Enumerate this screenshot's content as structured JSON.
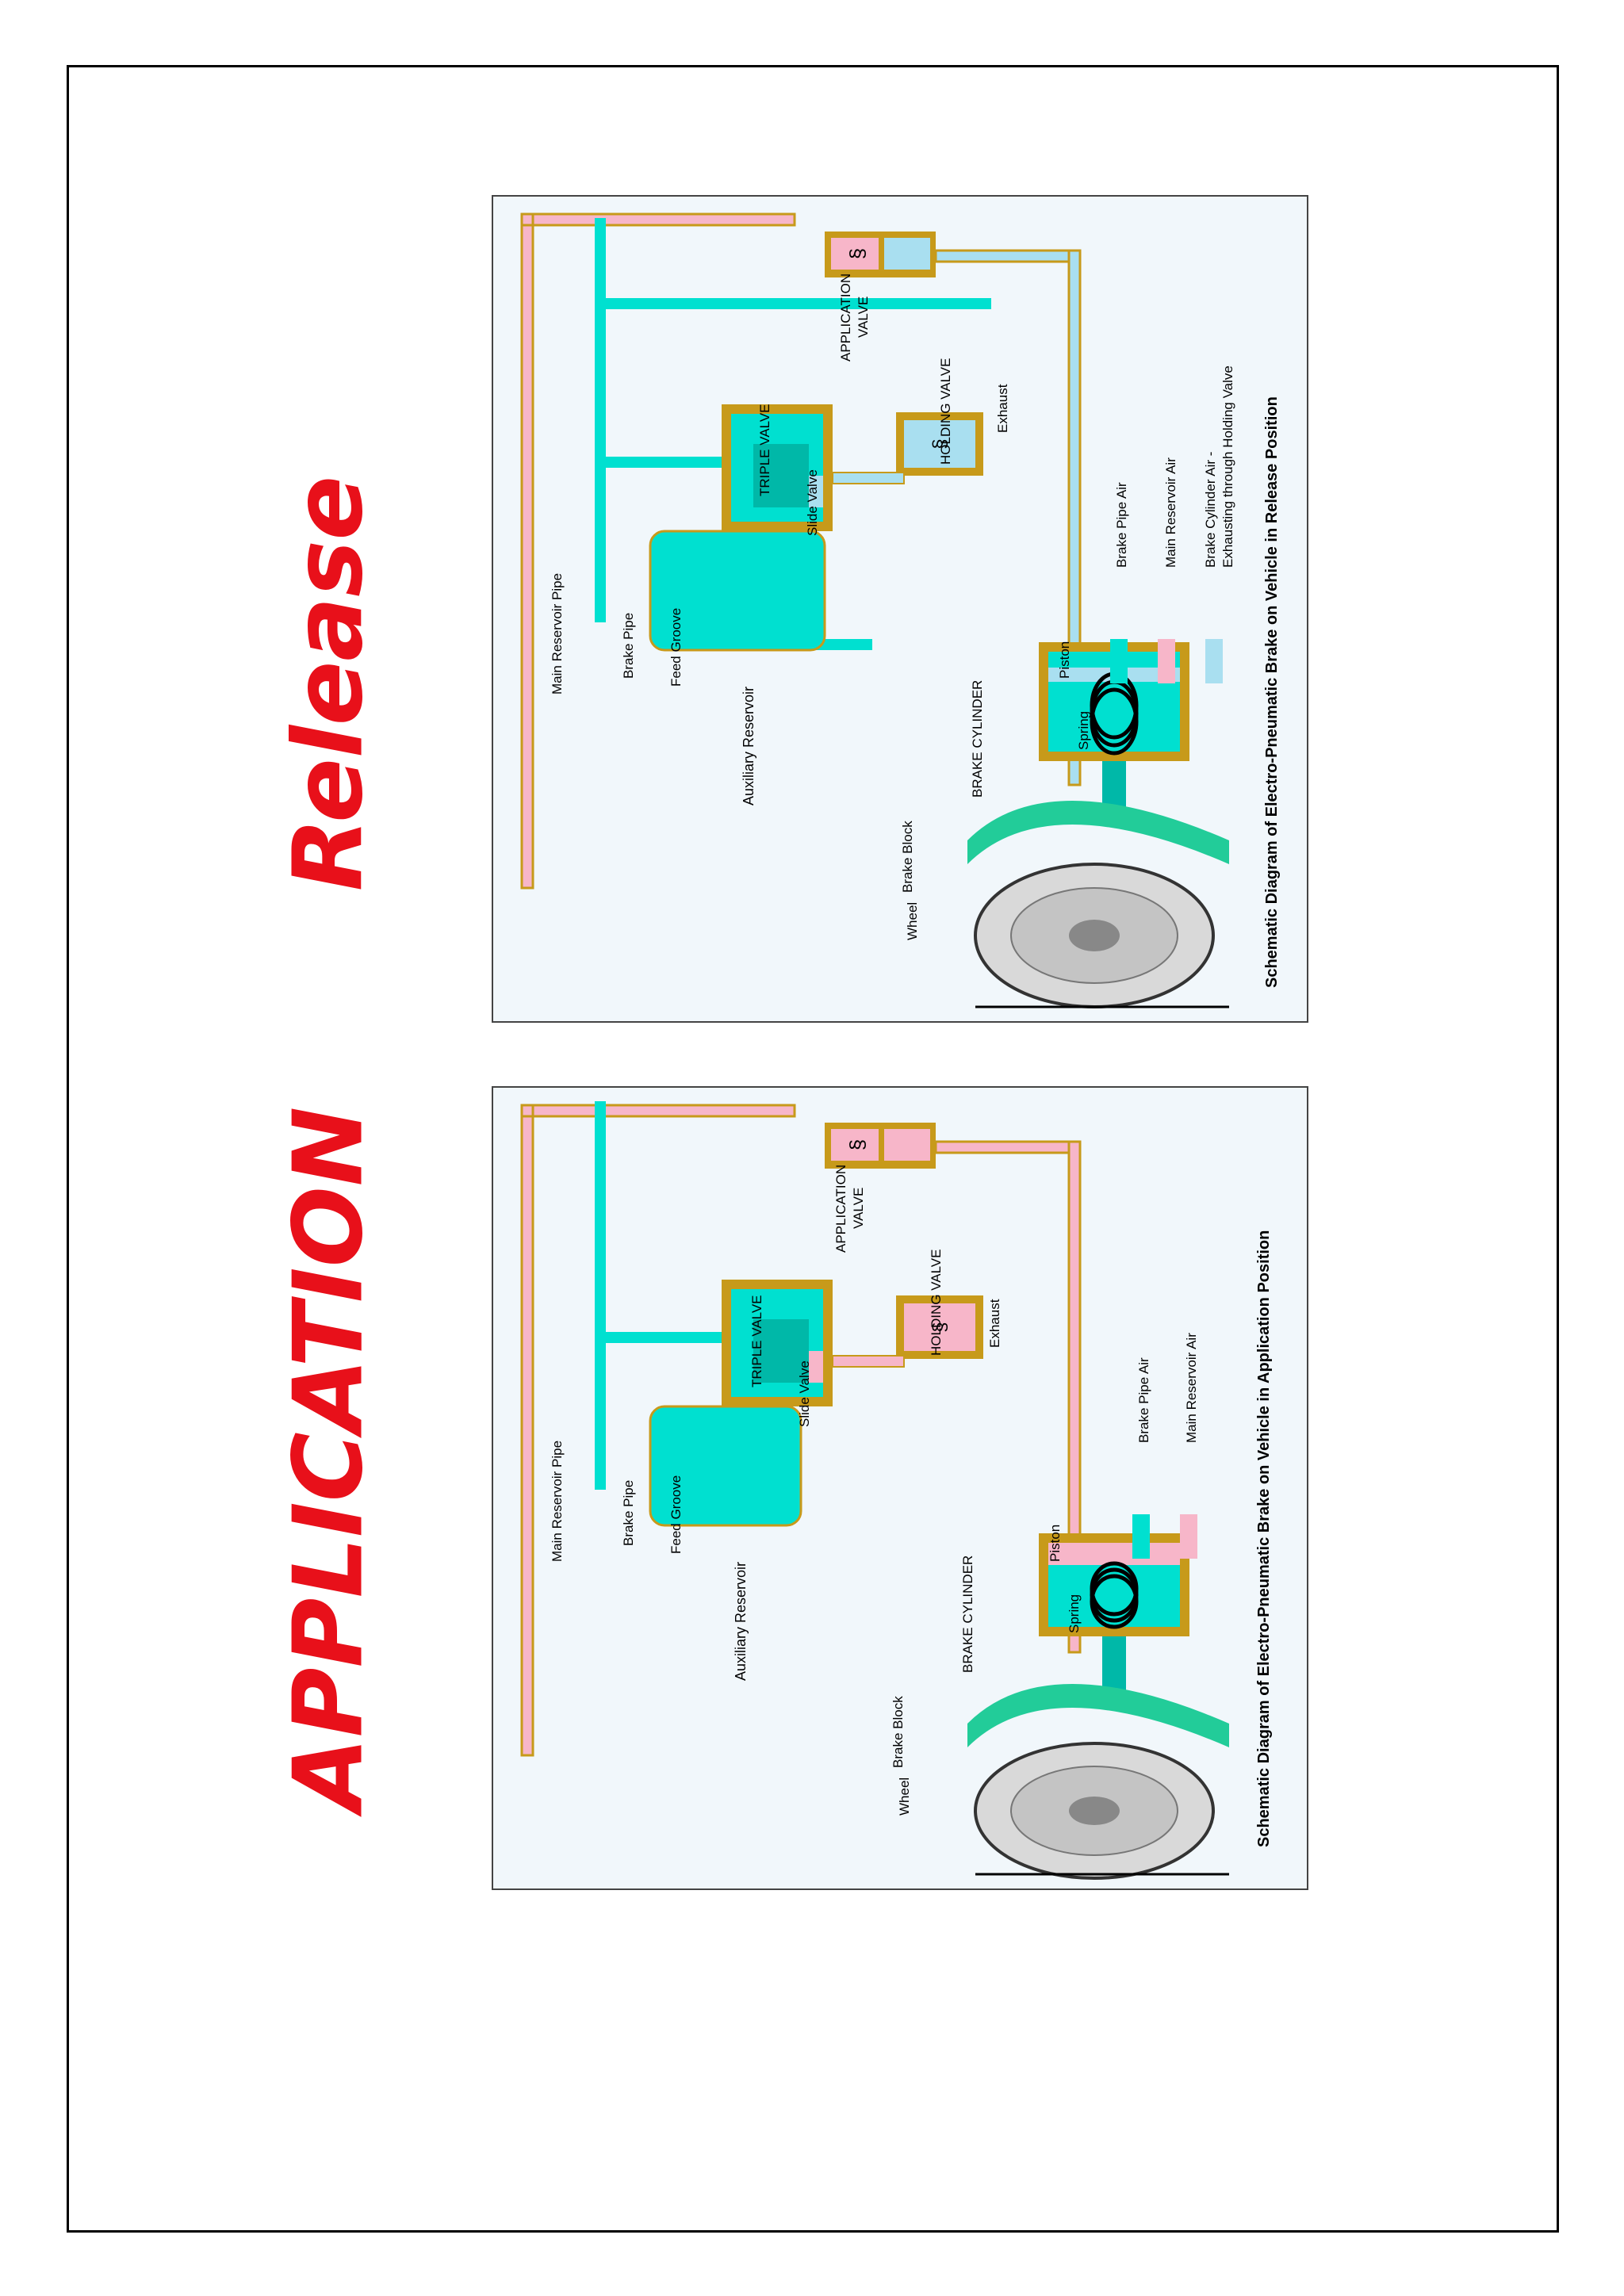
{
  "titles": {
    "release": "Release",
    "application": "APPLICATION"
  },
  "colors": {
    "brake_pipe_air": "#00e0d0",
    "main_reservoir_air": "#f7b6c9",
    "brake_cylinder_air": "#a9dff0",
    "valve_body": "#c79a1a",
    "title_red": "#e8101a",
    "arrow_blue": "#2233cc",
    "panel_bg": "#f1f7fb"
  },
  "release_diagram": {
    "caption": "Schematic Diagram of Electro-Pneumatic Brake on Vehicle in Release Position",
    "labels": {
      "main_reservoir_pipe": "Main Reservoir Pipe",
      "brake_pipe": "Brake Pipe",
      "feed_groove": "Feed Groove",
      "auxiliary_reservoir": "Auxiliary Reservoir",
      "triple_valve": "TRIPLE VALVE",
      "slide_valve": "Slide Valve",
      "application_valve_1": "APPLICATION",
      "application_valve_2": "VALVE",
      "holding_valve": "HOLDING VALVE",
      "exhaust": "Exhaust",
      "brake_cylinder": "BRAKE CYLINDER",
      "piston": "Piston",
      "spring": "Spring",
      "brake_block": "Brake Block",
      "wheel": "Wheel"
    },
    "legend": [
      {
        "label": "Brake Pipe Air",
        "color": "#00e0d0"
      },
      {
        "label": "Main Reservoir Air",
        "color": "#f7b6c9"
      },
      {
        "label": "Brake Cylinder Air -",
        "label2": "Exhausting through Holding Valve",
        "color": "#a9dff0"
      }
    ]
  },
  "application_diagram": {
    "caption": "Schematic Diagram of Electro-Pneumatic Brake on Vehicle in Application Position",
    "labels": {
      "main_reservoir_pipe": "Main Reservoir Pipe",
      "brake_pipe": "Brake Pipe",
      "feed_groove": "Feed Groove",
      "auxiliary_reservoir": "Auxiliary Reservoir",
      "triple_valve": "TRIPLE VALVE",
      "slide_valve": "Slide Valve",
      "application_valve_1": "APPLICATION",
      "application_valve_2": "VALVE",
      "holding_valve": "HOLDING VALVE",
      "exhaust": "Exhaust",
      "brake_cylinder": "BRAKE CYLINDER",
      "piston": "Piston",
      "spring": "Spring",
      "brake_block": "Brake Block",
      "wheel": "Wheel"
    },
    "legend": [
      {
        "label": "Brake Pipe Air",
        "color": "#00e0d0"
      },
      {
        "label": "Main Reservoir Air",
        "color": "#f7b6c9"
      }
    ]
  }
}
